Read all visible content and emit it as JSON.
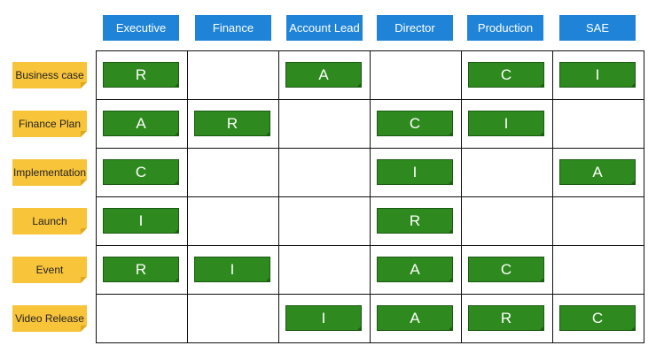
{
  "roles": [
    "Executive",
    "Finance",
    "Account Lead",
    "Director",
    "Production",
    "SAE"
  ],
  "tasks": [
    {
      "label": "Business case",
      "cells": [
        "R",
        "",
        "A",
        "",
        "C",
        "I"
      ]
    },
    {
      "label": "Finance Plan",
      "cells": [
        "A",
        "R",
        "",
        "C",
        "I",
        ""
      ]
    },
    {
      "label": "Implementation",
      "cells": [
        "C",
        "",
        "",
        "I",
        "",
        "A"
      ]
    },
    {
      "label": "Launch",
      "cells": [
        "I",
        "",
        "",
        "R",
        "",
        ""
      ]
    },
    {
      "label": "Event",
      "cells": [
        "R",
        "I",
        "",
        "A",
        "C",
        ""
      ]
    },
    {
      "label": "Video Release",
      "cells": [
        "",
        "",
        "I",
        "A",
        "R",
        "C"
      ]
    }
  ],
  "colors": {
    "role_header": "#1f84d8",
    "task_label": "#f8c43a",
    "assignment": "#2e8a1e"
  }
}
